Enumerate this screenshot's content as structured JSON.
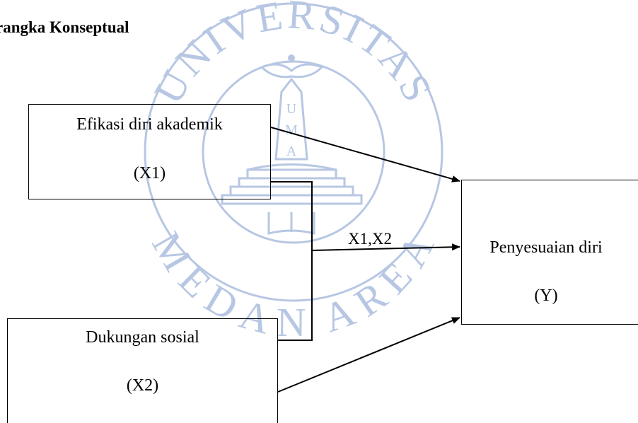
{
  "heading": "rangka Konseptual",
  "watermark": {
    "top_text": "UNIVERSITAS",
    "bottom_text": "MEDAN AREA",
    "tower_letters": [
      "U",
      "M",
      "A"
    ],
    "color": "#b7c7e3"
  },
  "nodes": {
    "x1": {
      "name": "Efikasi diri akademik",
      "code": "(X1)"
    },
    "x2": {
      "name": "Dukungan sosial",
      "code": "(X2)"
    },
    "y": {
      "name": "Penyesuaian diri",
      "code": "(Y)"
    }
  },
  "edges": [
    {
      "from": "x1",
      "to": "y",
      "label": ""
    },
    {
      "from": "x2",
      "to": "y",
      "label": ""
    },
    {
      "from": "x1,x2",
      "to": "y",
      "label": "X1,X2"
    }
  ],
  "colors": {
    "line": "#000000",
    "text": "#000000"
  }
}
